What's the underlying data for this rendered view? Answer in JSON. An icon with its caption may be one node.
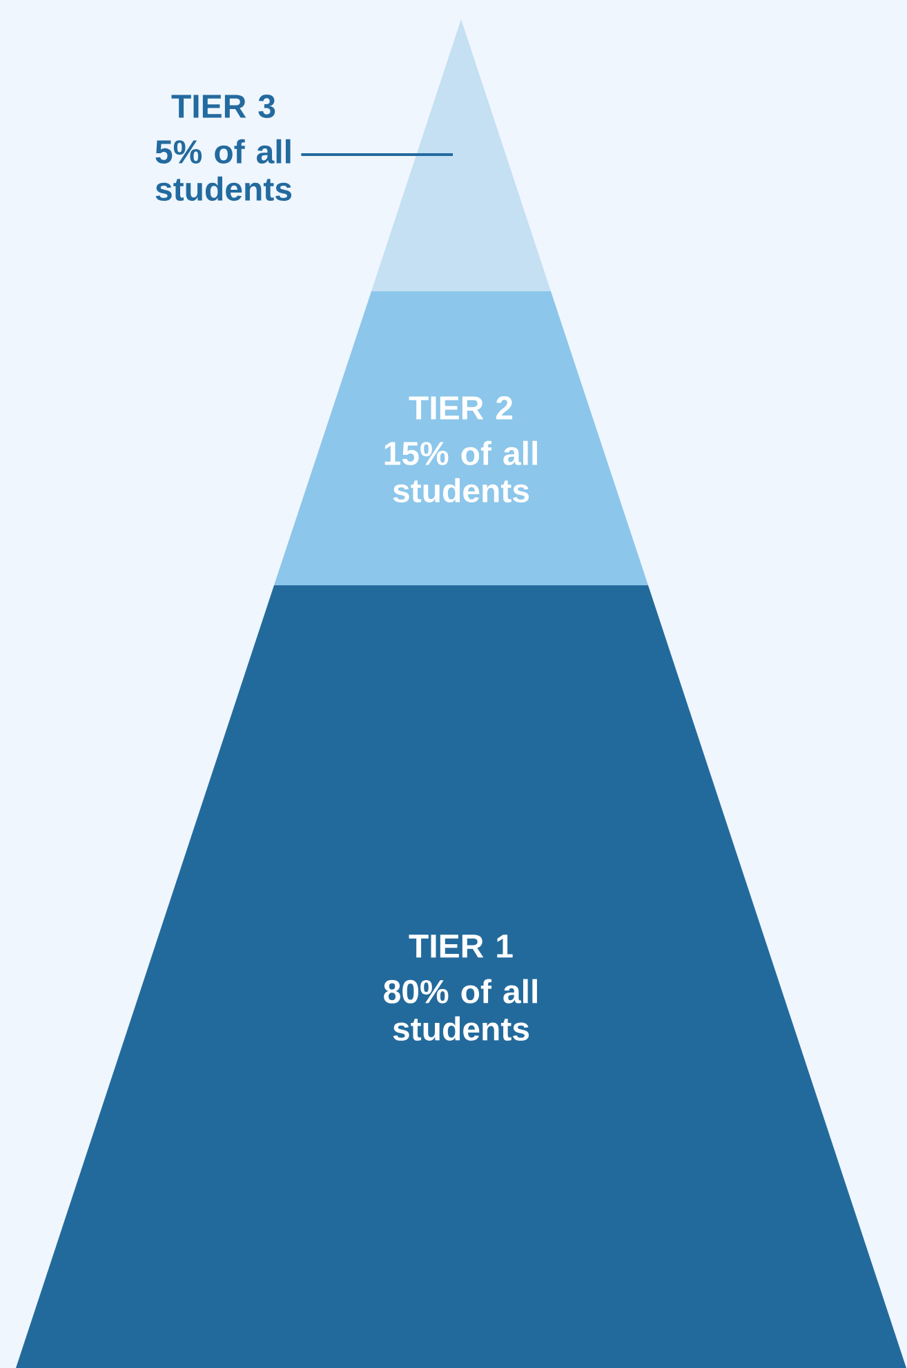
{
  "diagram": {
    "nodes": [
      {
        "text": [
          "TIER 3",
          "5% of all students"
        ]
      },
      {
        "text": [],
        "shape": "triangle"
      },
      {
        "text": [
          "TIER 2",
          "15% of all students"
        ]
      },
      {
        "text": [
          "TIER 1",
          "80% of all students"
        ]
      }
    ],
    "edges": [
      {
        "from": 0,
        "to": 1,
        "arrow": "none"
      }
    ]
  }
}
